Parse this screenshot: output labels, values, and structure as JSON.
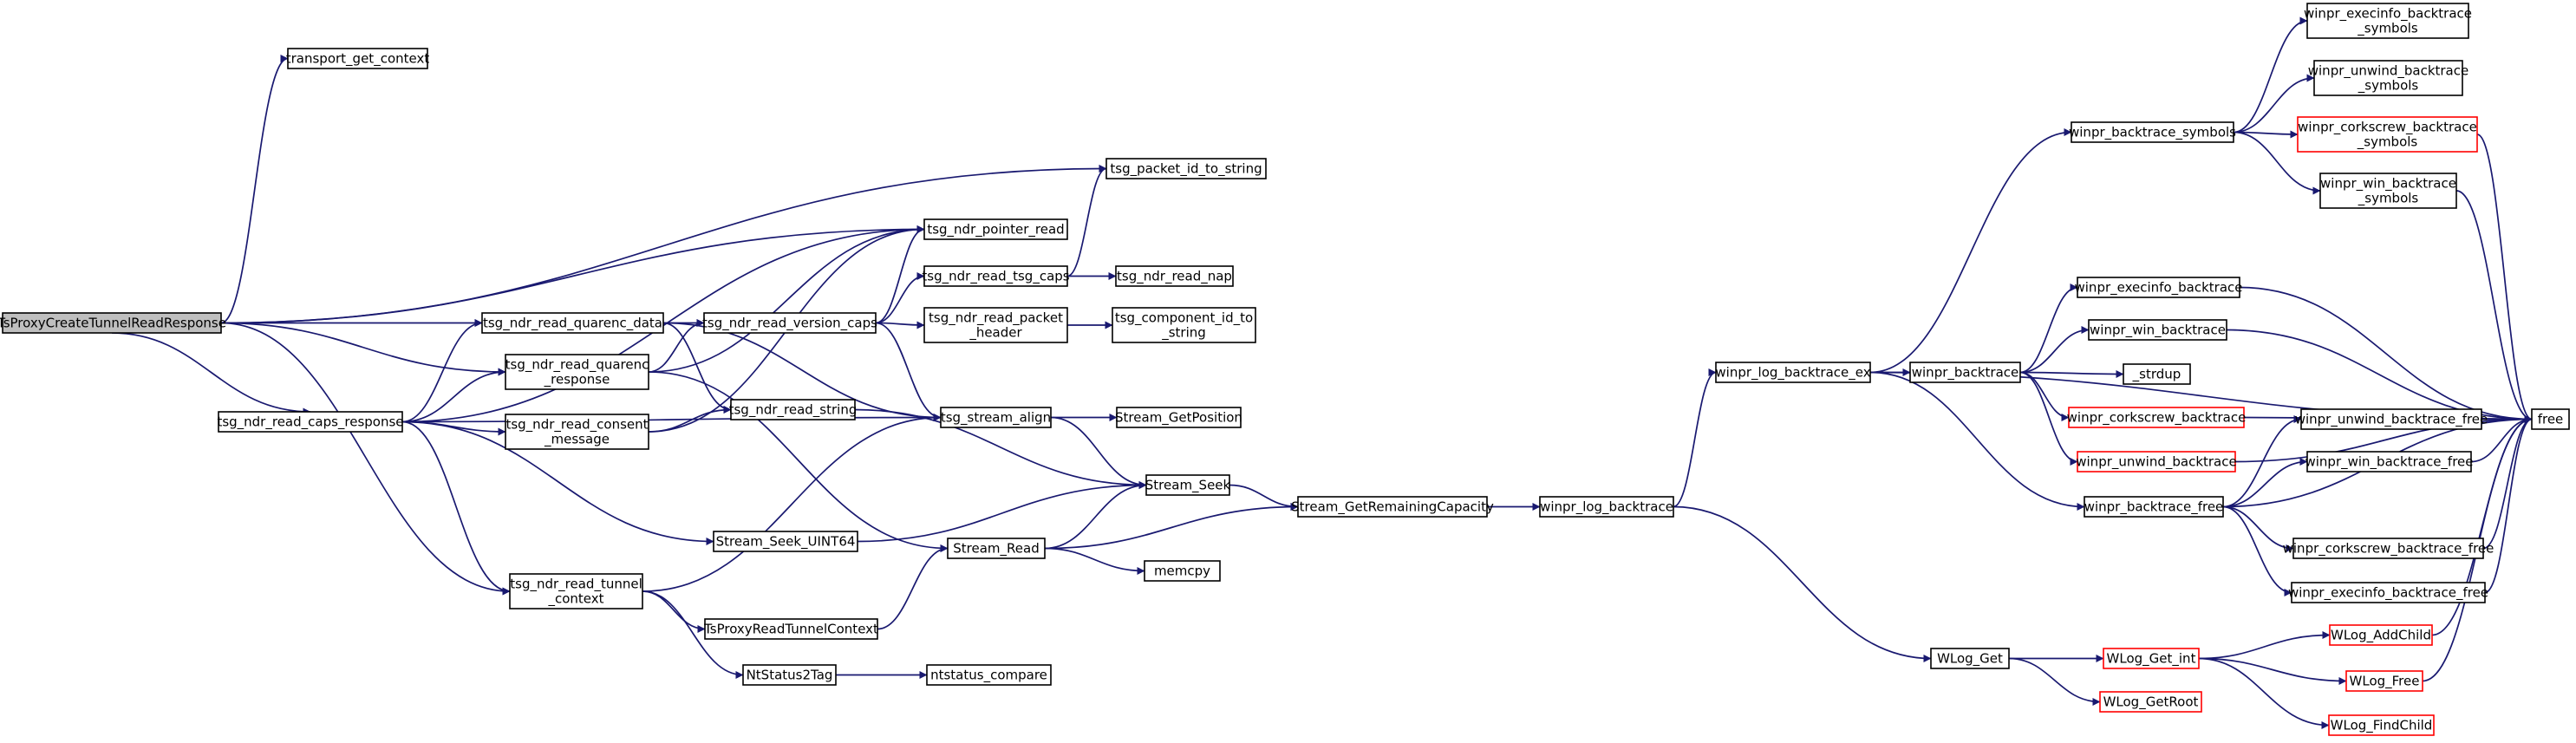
{
  "graph": {
    "type": "call-graph",
    "edge_color": "#191970",
    "root_fill": "#bfbfbf",
    "truncated_border": "#ff0000",
    "nodes": [
      {
        "id": "root",
        "lines": [
          "TsProxyCreateTunnelReadResponse"
        ],
        "style": "root",
        "interactable": true
      },
      {
        "id": "transport_get_context",
        "lines": [
          "transport_get_context"
        ],
        "interactable": true
      },
      {
        "id": "tsg_packet_id_to_string",
        "lines": [
          "tsg_packet_id_to_string"
        ],
        "interactable": true
      },
      {
        "id": "tsg_ndr_pointer_read",
        "lines": [
          "tsg_ndr_pointer_read"
        ],
        "interactable": true
      },
      {
        "id": "tsg_ndr_read_tsg_caps",
        "lines": [
          "tsg_ndr_read_tsg_caps"
        ],
        "interactable": true
      },
      {
        "id": "tsg_ndr_read_nap",
        "lines": [
          "tsg_ndr_read_nap"
        ],
        "interactable": true
      },
      {
        "id": "tsg_ndr_read_quarenc_data",
        "lines": [
          "tsg_ndr_read_quarenc_data"
        ],
        "interactable": true
      },
      {
        "id": "tsg_ndr_read_version_caps",
        "lines": [
          "tsg_ndr_read_version_caps"
        ],
        "interactable": true
      },
      {
        "id": "tsg_ndr_read_packet_header",
        "lines": [
          "tsg_ndr_read_packet",
          "_header"
        ],
        "interactable": true
      },
      {
        "id": "tsg_component_id_to_string",
        "lines": [
          "tsg_component_id_to",
          "_string"
        ],
        "interactable": true
      },
      {
        "id": "tsg_ndr_read_quarenc_response",
        "lines": [
          "tsg_ndr_read_quarenc",
          "_response"
        ],
        "interactable": true
      },
      {
        "id": "tsg_ndr_read_string",
        "lines": [
          "tsg_ndr_read_string"
        ],
        "interactable": true
      },
      {
        "id": "tsg_ndr_read_caps_response",
        "lines": [
          "tsg_ndr_read_caps_response"
        ],
        "interactable": true
      },
      {
        "id": "tsg_ndr_read_consent_message",
        "lines": [
          "tsg_ndr_read_consent",
          "_message"
        ],
        "interactable": true
      },
      {
        "id": "tsg_stream_align",
        "lines": [
          "tsg_stream_align"
        ],
        "interactable": true
      },
      {
        "id": "Stream_GetPosition",
        "lines": [
          "Stream_GetPosition"
        ],
        "interactable": true
      },
      {
        "id": "Stream_Seek",
        "lines": [
          "Stream_Seek"
        ],
        "interactable": true
      },
      {
        "id": "Stream_Seek_UINT64",
        "lines": [
          "Stream_Seek_UINT64"
        ],
        "interactable": true
      },
      {
        "id": "Stream_Read",
        "lines": [
          "Stream_Read"
        ],
        "interactable": true
      },
      {
        "id": "memcpy",
        "lines": [
          "memcpy"
        ],
        "interactable": true
      },
      {
        "id": "Stream_GetRemainingCapacity",
        "lines": [
          "Stream_GetRemainingCapacity"
        ],
        "interactable": true
      },
      {
        "id": "tsg_ndr_read_tunnel_context",
        "lines": [
          "tsg_ndr_read_tunnel",
          "_context"
        ],
        "interactable": true
      },
      {
        "id": "TsProxyReadTunnelContext",
        "lines": [
          "TsProxyReadTunnelContext"
        ],
        "interactable": true
      },
      {
        "id": "NtStatus2Tag",
        "lines": [
          "NtStatus2Tag"
        ],
        "interactable": true
      },
      {
        "id": "ntstatus_compare",
        "lines": [
          "ntstatus_compare"
        ],
        "interactable": true
      },
      {
        "id": "winpr_log_backtrace",
        "lines": [
          "winpr_log_backtrace"
        ],
        "interactable": true
      },
      {
        "id": "winpr_log_backtrace_ex",
        "lines": [
          "winpr_log_backtrace_ex"
        ],
        "interactable": true
      },
      {
        "id": "WLog_Get",
        "lines": [
          "WLog_Get"
        ],
        "interactable": true
      },
      {
        "id": "winpr_backtrace_symbols",
        "lines": [
          "winpr_backtrace_symbols"
        ],
        "interactable": true
      },
      {
        "id": "winpr_backtrace",
        "lines": [
          "winpr_backtrace"
        ],
        "interactable": true
      },
      {
        "id": "winpr_backtrace_free",
        "lines": [
          "winpr_backtrace_free"
        ],
        "interactable": true
      },
      {
        "id": "WLog_Get_int",
        "lines": [
          "WLog_Get_int"
        ],
        "style": "red",
        "interactable": true
      },
      {
        "id": "WLog_GetRoot",
        "lines": [
          "WLog_GetRoot"
        ],
        "style": "red",
        "interactable": true
      },
      {
        "id": "winpr_execinfo_backtrace_symbols",
        "lines": [
          "winpr_execinfo_backtrace",
          "_symbols"
        ],
        "interactable": true
      },
      {
        "id": "winpr_unwind_backtrace_symbols",
        "lines": [
          "winpr_unwind_backtrace",
          "_symbols"
        ],
        "interactable": true
      },
      {
        "id": "winpr_corkscrew_backtrace_symbols",
        "lines": [
          "winpr_corkscrew_backtrace",
          "_symbols"
        ],
        "style": "red",
        "interactable": true
      },
      {
        "id": "winpr_win_backtrace_symbols",
        "lines": [
          "winpr_win_backtrace",
          "_symbols"
        ],
        "interactable": true
      },
      {
        "id": "winpr_execinfo_backtrace",
        "lines": [
          "winpr_execinfo_backtrace"
        ],
        "interactable": true
      },
      {
        "id": "winpr_win_backtrace",
        "lines": [
          "winpr_win_backtrace"
        ],
        "interactable": true
      },
      {
        "id": "_strdup",
        "lines": [
          "_strdup"
        ],
        "interactable": true
      },
      {
        "id": "winpr_corkscrew_backtrace",
        "lines": [
          "winpr_corkscrew_backtrace"
        ],
        "style": "red",
        "interactable": true
      },
      {
        "id": "winpr_unwind_backtrace",
        "lines": [
          "winpr_unwind_backtrace"
        ],
        "style": "red",
        "interactable": true
      },
      {
        "id": "winpr_unwind_backtrace_free",
        "lines": [
          "winpr_unwind_backtrace_free"
        ],
        "interactable": true
      },
      {
        "id": "winpr_win_backtrace_free",
        "lines": [
          "winpr_win_backtrace_free"
        ],
        "interactable": true
      },
      {
        "id": "winpr_corkscrew_backtrace_free",
        "lines": [
          "winpr_corkscrew_backtrace_free"
        ],
        "interactable": true
      },
      {
        "id": "winpr_execinfo_backtrace_free",
        "lines": [
          "winpr_execinfo_backtrace_free"
        ],
        "interactable": true
      },
      {
        "id": "WLog_AddChild",
        "lines": [
          "WLog_AddChild"
        ],
        "style": "red",
        "interactable": true
      },
      {
        "id": "WLog_Free",
        "lines": [
          "WLog_Free"
        ],
        "style": "red",
        "interactable": true
      },
      {
        "id": "WLog_FindChild",
        "lines": [
          "WLog_FindChild"
        ],
        "style": "red",
        "interactable": true
      },
      {
        "id": "free",
        "lines": [
          "free"
        ],
        "interactable": true
      }
    ],
    "edges": [
      [
        "root",
        "transport_get_context"
      ],
      [
        "root",
        "tsg_packet_id_to_string"
      ],
      [
        "root",
        "tsg_ndr_pointer_read"
      ],
      [
        "root",
        "tsg_ndr_read_quarenc_data"
      ],
      [
        "root",
        "tsg_ndr_read_quarenc_response"
      ],
      [
        "root",
        "tsg_ndr_read_caps_response"
      ],
      [
        "root",
        "tsg_ndr_read_tunnel_context"
      ],
      [
        "tsg_ndr_read_caps_response",
        "tsg_ndr_pointer_read"
      ],
      [
        "tsg_ndr_read_caps_response",
        "tsg_ndr_read_quarenc_data"
      ],
      [
        "tsg_ndr_read_caps_response",
        "tsg_ndr_read_quarenc_response"
      ],
      [
        "tsg_ndr_read_caps_response",
        "tsg_ndr_read_consent_message"
      ],
      [
        "tsg_ndr_read_caps_response",
        "tsg_stream_align"
      ],
      [
        "tsg_ndr_read_caps_response",
        "Stream_Seek_UINT64"
      ],
      [
        "tsg_ndr_read_caps_response",
        "tsg_ndr_read_tunnel_context"
      ],
      [
        "tsg_ndr_read_quarenc_data",
        "tsg_ndr_read_version_caps"
      ],
      [
        "tsg_ndr_read_quarenc_data",
        "tsg_ndr_read_string"
      ],
      [
        "tsg_ndr_read_quarenc_data",
        "tsg_stream_align"
      ],
      [
        "tsg_ndr_read_quarenc_response",
        "tsg_ndr_pointer_read"
      ],
      [
        "tsg_ndr_read_quarenc_response",
        "tsg_ndr_read_version_caps"
      ],
      [
        "tsg_ndr_read_quarenc_response",
        "Stream_Read"
      ],
      [
        "tsg_ndr_read_consent_message",
        "tsg_ndr_pointer_read"
      ],
      [
        "tsg_ndr_read_consent_message",
        "tsg_ndr_read_string"
      ],
      [
        "tsg_ndr_read_version_caps",
        "tsg_ndr_pointer_read"
      ],
      [
        "tsg_ndr_read_version_caps",
        "tsg_ndr_read_tsg_caps"
      ],
      [
        "tsg_ndr_read_version_caps",
        "tsg_ndr_read_packet_header"
      ],
      [
        "tsg_ndr_read_version_caps",
        "tsg_stream_align"
      ],
      [
        "tsg_ndr_read_tsg_caps",
        "tsg_packet_id_to_string"
      ],
      [
        "tsg_ndr_read_tsg_caps",
        "tsg_ndr_read_nap"
      ],
      [
        "tsg_ndr_read_packet_header",
        "tsg_component_id_to_string"
      ],
      [
        "tsg_ndr_read_string",
        "Stream_Seek"
      ],
      [
        "tsg_stream_align",
        "Stream_GetPosition"
      ],
      [
        "tsg_stream_align",
        "Stream_Seek"
      ],
      [
        "Stream_Seek_UINT64",
        "Stream_Seek"
      ],
      [
        "tsg_ndr_read_tunnel_context",
        "tsg_stream_align"
      ],
      [
        "tsg_ndr_read_tunnel_context",
        "TsProxyReadTunnelContext"
      ],
      [
        "tsg_ndr_read_tunnel_context",
        "NtStatus2Tag"
      ],
      [
        "TsProxyReadTunnelContext",
        "Stream_Read"
      ],
      [
        "NtStatus2Tag",
        "ntstatus_compare"
      ],
      [
        "Stream_Read",
        "Stream_Seek"
      ],
      [
        "Stream_Read",
        "memcpy"
      ],
      [
        "Stream_Read",
        "Stream_GetRemainingCapacity"
      ],
      [
        "Stream_Seek",
        "Stream_GetRemainingCapacity"
      ],
      [
        "Stream_GetRemainingCapacity",
        "winpr_log_backtrace"
      ],
      [
        "winpr_log_backtrace",
        "winpr_log_backtrace_ex"
      ],
      [
        "winpr_log_backtrace",
        "WLog_Get"
      ],
      [
        "winpr_log_backtrace_ex",
        "winpr_backtrace_symbols"
      ],
      [
        "winpr_log_backtrace_ex",
        "winpr_backtrace"
      ],
      [
        "winpr_log_backtrace_ex",
        "winpr_backtrace_free"
      ],
      [
        "winpr_log_backtrace_ex",
        "free"
      ],
      [
        "winpr_backtrace_symbols",
        "winpr_execinfo_backtrace_symbols"
      ],
      [
        "winpr_backtrace_symbols",
        "winpr_unwind_backtrace_symbols"
      ],
      [
        "winpr_backtrace_symbols",
        "winpr_corkscrew_backtrace_symbols"
      ],
      [
        "winpr_backtrace_symbols",
        "winpr_win_backtrace_symbols"
      ],
      [
        "winpr_corkscrew_backtrace_symbols",
        "free"
      ],
      [
        "winpr_win_backtrace_symbols",
        "free"
      ],
      [
        "winpr_backtrace",
        "winpr_execinfo_backtrace"
      ],
      [
        "winpr_backtrace",
        "winpr_win_backtrace"
      ],
      [
        "winpr_backtrace",
        "_strdup"
      ],
      [
        "winpr_backtrace",
        "winpr_corkscrew_backtrace"
      ],
      [
        "winpr_backtrace",
        "winpr_unwind_backtrace"
      ],
      [
        "winpr_execinfo_backtrace",
        "free"
      ],
      [
        "winpr_win_backtrace",
        "free"
      ],
      [
        "winpr_corkscrew_backtrace",
        "free"
      ],
      [
        "winpr_unwind_backtrace",
        "free"
      ],
      [
        "winpr_backtrace_free",
        "winpr_unwind_backtrace_free"
      ],
      [
        "winpr_backtrace_free",
        "winpr_win_backtrace_free"
      ],
      [
        "winpr_backtrace_free",
        "winpr_corkscrew_backtrace_free"
      ],
      [
        "winpr_backtrace_free",
        "winpr_execinfo_backtrace_free"
      ],
      [
        "winpr_backtrace_free",
        "free"
      ],
      [
        "winpr_unwind_backtrace_free",
        "free"
      ],
      [
        "winpr_win_backtrace_free",
        "free"
      ],
      [
        "winpr_corkscrew_backtrace_free",
        "free"
      ],
      [
        "winpr_execinfo_backtrace_free",
        "free"
      ],
      [
        "WLog_Get",
        "WLog_Get_int"
      ],
      [
        "WLog_Get",
        "WLog_GetRoot"
      ],
      [
        "WLog_Get_int",
        "WLog_AddChild"
      ],
      [
        "WLog_Get_int",
        "WLog_Free"
      ],
      [
        "WLog_Get_int",
        "WLog_FindChild"
      ],
      [
        "WLog_AddChild",
        "free"
      ],
      [
        "WLog_Free",
        "free"
      ]
    ]
  }
}
